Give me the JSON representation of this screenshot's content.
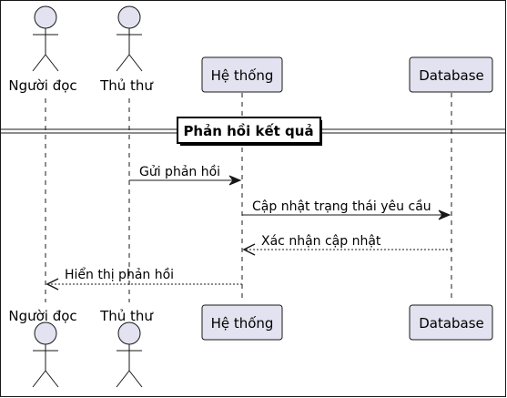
{
  "participants": {
    "reader": {
      "label": "Người đọc",
      "kind": "actor"
    },
    "librarian": {
      "label": "Thủ thư",
      "kind": "actor"
    },
    "system": {
      "label": "Hệ thống",
      "kind": "box"
    },
    "database": {
      "label": "Database",
      "kind": "box"
    }
  },
  "divider": {
    "label": "Phản hồi kết quả"
  },
  "messages": [
    {
      "from": "librarian",
      "to": "system",
      "label": "Gửi phản hồi",
      "style": "solid"
    },
    {
      "from": "system",
      "to": "database",
      "label": "Cập nhật trạng thái yêu cầu",
      "style": "solid"
    },
    {
      "from": "database",
      "to": "system",
      "label": "Xác nhận cập nhật",
      "style": "dashed"
    },
    {
      "from": "system",
      "to": "reader",
      "label": "Hiển thị phản hồi",
      "style": "dashed"
    }
  ],
  "colors": {
    "participant_fill": "#e2e2f0",
    "participant_stroke": "#181818",
    "lifeline": "#181818",
    "line": "#181818"
  }
}
